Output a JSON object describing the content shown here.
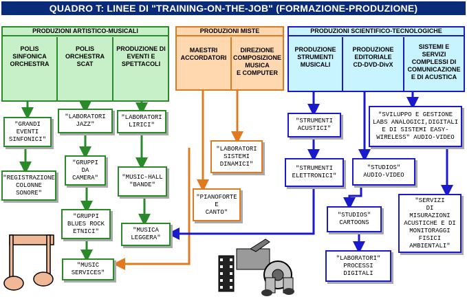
{
  "title": "QUADRO T:   LINEE DI \"TRAINING-ON-THE-JOB\" (FORMAZIONE-PRODUZIONE)",
  "colors": {
    "green": "#2a8a2a",
    "green_fill": "#c8f0c8",
    "orange": "#e07a20",
    "orange_fill": "#ffd8b0",
    "blue": "#1a1acc",
    "cyan_fill": "#c8f4ff",
    "title_bg": "#0a2a7a"
  },
  "sections": {
    "artistic": {
      "label": "PRODUZIONI ARTISTICO-MUSICALI",
      "cols": [
        "POLIS\nSINFONICA\nORCHESTRA",
        "POLIS\nORCHESTRA\nSCAT",
        "PRODUZIONE DI\nEVENTI E\nSPETTACOLI"
      ]
    },
    "mixed": {
      "label": "PRODUZIONI MISTE",
      "cols": [
        "MAESTRI\nACCORDATORI",
        "DIREZIONE\nCOMPOSIZIONE\nMUSICA\nE COMPUTER"
      ]
    },
    "scientific": {
      "label": "PRODUZIONI SCIENTIFICO-TECNOLOGICHE",
      "cols": [
        "PRODUZIONE\nSTRUMENTI\nMUSICALI",
        "PRODUZIONE\nEDITORIALE\nCD-DVD-DivX",
        "SISTEMI E\nSERVIZI\nCOMPLESSI DI\nCOMUNICAZIONE\nE DI ACUSTICA"
      ]
    }
  },
  "nodes": {
    "grandi_eventi": "\"GRANDI\nEVENTI\nSINFONICI\"",
    "registrazione": "\"REGISTRAZIONE\nCOLONNE\nSONORE\"",
    "lab_jazz": "\"LABORATORI\nJAZZ\"",
    "gruppi_camera": "\"GRUPPI\nDA\nCAMERA\"",
    "gruppi_blues": "\"GRUPPI\nBLUES ROCK\nETNICI\"",
    "music_services": "\"MUSIC\nSERVICES\"",
    "lab_lirici": "\"LABORATORI\nLIRICI\"",
    "music_hall": "\"MUSIC-HALL\n\"BANDE\"",
    "musica_leggera": "\"MUSICA\nLEGGERA\"",
    "lab_sistemi": "\"LABORATORI\nSISTEMI\nDINAMICI\"",
    "pianoforte": "\"PIANOFORTE\nE\nCANTO\"",
    "strumenti_acustici": "\"STRUMENTI\nACUSTICI\"",
    "strumenti_elettronici": "\"STRUMENTI\nELETTRONICI\"",
    "studios_av": "\"STUDIOS\"\nAUDIO-VIDEO",
    "studios_cartoons": "\"STUDIOS\"\nCARTOONS",
    "lab_processi": "\"LABORATORI\"\nPROCESSI\nDIGITALI",
    "sviluppo": "\"SVILUPPO E GESTIONE\nLABS ANALOGICI,DIGITALI\nE DI SISTEMI EASY-\nWIRELESS\" AUDIO-VIDEO",
    "servizi_misurazioni": "\"SERVIZI\nDI\nMISURAZIONI\nACUSTICHE E DI\nMONITORAGGI\nFISICI AMBIENTALI\""
  },
  "icons": [
    "music-note-icon",
    "film-projector-icon"
  ]
}
